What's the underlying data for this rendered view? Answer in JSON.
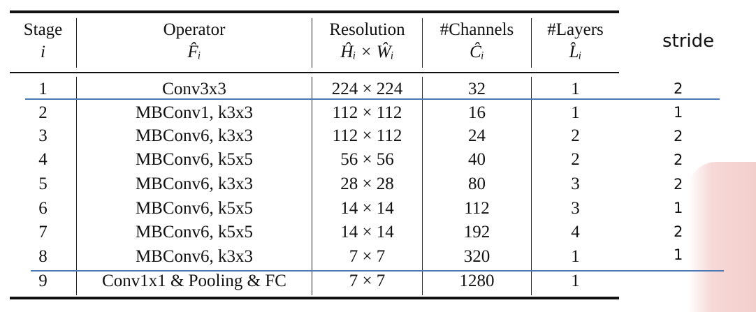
{
  "table": {
    "headers": [
      {
        "label": "Stage",
        "symbol": "i"
      },
      {
        "label": "Operator",
        "symbol": "F̂ᵢ"
      },
      {
        "label": "Resolution",
        "symbol": "Ĥᵢ × Ŵᵢ"
      },
      {
        "label": "#Channels",
        "symbol": "Ĉᵢ"
      },
      {
        "label": "#Layers",
        "symbol": "L̂ᵢ"
      }
    ],
    "rows": [
      {
        "stage": "1",
        "operator": "Conv3x3",
        "resolution": "224 × 224",
        "channels": "32",
        "layers": "1"
      },
      {
        "stage": "2",
        "operator": "MBConv1, k3x3",
        "resolution": "112 × 112",
        "channels": "16",
        "layers": "1"
      },
      {
        "stage": "3",
        "operator": "MBConv6, k3x3",
        "resolution": "112 × 112",
        "channels": "24",
        "layers": "2"
      },
      {
        "stage": "4",
        "operator": "MBConv6, k5x5",
        "resolution": "56 × 56",
        "channels": "40",
        "layers": "2"
      },
      {
        "stage": "5",
        "operator": "MBConv6, k3x3",
        "resolution": "28 × 28",
        "channels": "80",
        "layers": "3"
      },
      {
        "stage": "6",
        "operator": "MBConv6, k5x5",
        "resolution": "14 × 14",
        "channels": "112",
        "layers": "3"
      },
      {
        "stage": "7",
        "operator": "MBConv6, k5x5",
        "resolution": "14 × 14",
        "channels": "192",
        "layers": "4"
      },
      {
        "stage": "8",
        "operator": "MBConv6, k3x3",
        "resolution": "7 × 7",
        "channels": "320",
        "layers": "1"
      },
      {
        "stage": "9",
        "operator": "Conv1x1 & Pooling & FC",
        "resolution": "7 × 7",
        "channels": "1280",
        "layers": "1"
      }
    ]
  },
  "annotation": {
    "header": "stride",
    "values": [
      "2",
      "1",
      "2",
      "2",
      "2",
      "1",
      "2",
      "1"
    ]
  },
  "colors": {
    "annotation_line": "#4a78b3",
    "rules": "#111111"
  }
}
